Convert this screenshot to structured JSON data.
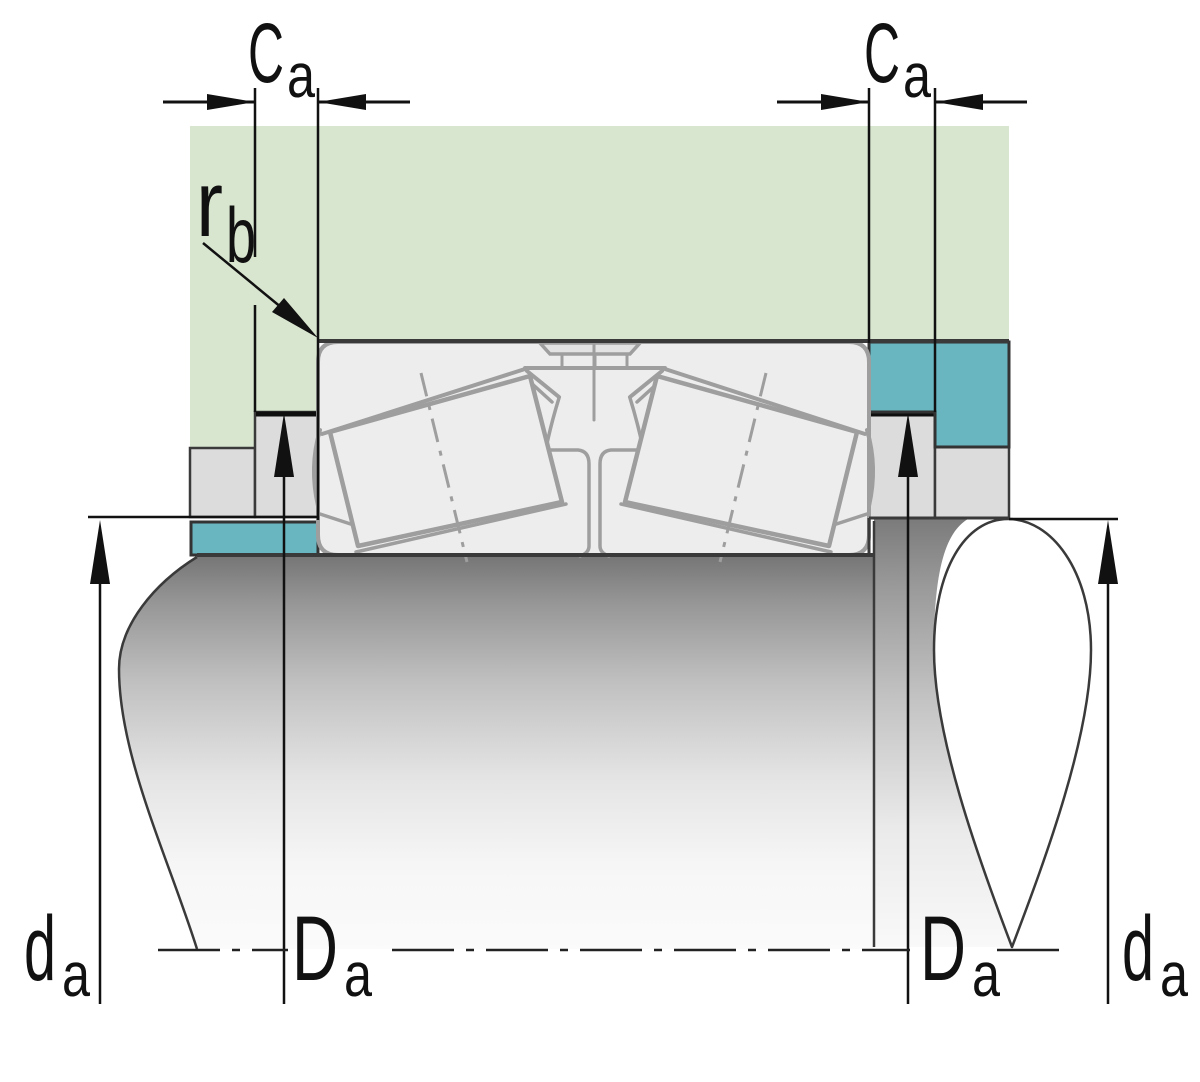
{
  "diagram": {
    "kind": "bearing-mounting-cross-section",
    "labels": {
      "ca_left": {
        "main": "C",
        "sub": "a"
      },
      "ca_right": {
        "main": "C",
        "sub": "a"
      },
      "rb": {
        "main": "r",
        "sub": "b"
      },
      "Da_left": {
        "main": "D",
        "sub": "a"
      },
      "Da_right": {
        "main": "D",
        "sub": "a"
      },
      "da_left": {
        "main": "d",
        "sub": "a"
      },
      "da_right": {
        "main": "d",
        "sub": "a"
      }
    },
    "colors": {
      "housing_green": "#d9e6cf",
      "ring_teal": "#69b6c1",
      "spacer_gray": "#dcdcdc",
      "bearing_gray": "#ededed",
      "cage_fill_gray": "#e3e3e3",
      "bearing_line_gray": "#9e9e9e",
      "outline_dark": "#3a3a3a",
      "dimension_black": "#111111"
    }
  }
}
